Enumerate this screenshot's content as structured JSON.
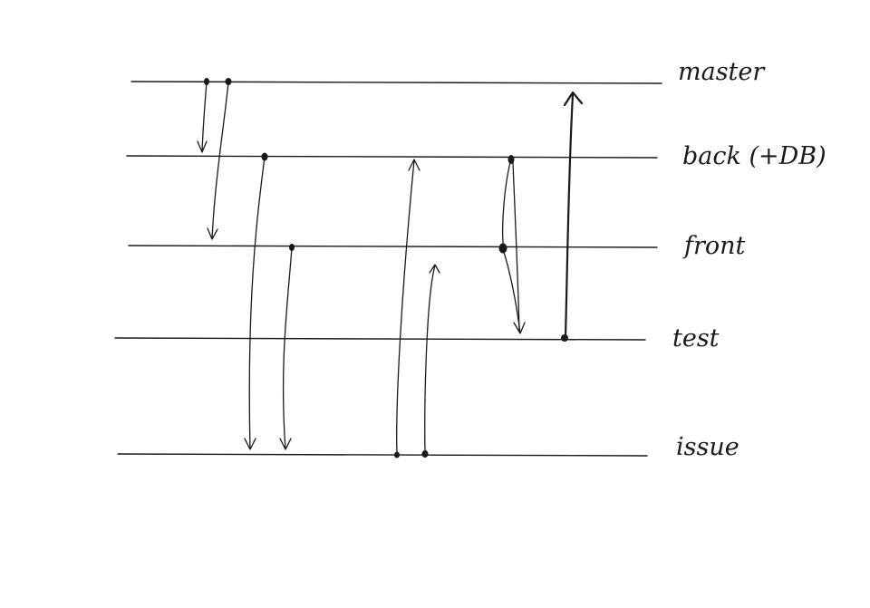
{
  "branches": [
    {
      "id": "master",
      "label": "master"
    },
    {
      "id": "back",
      "label": "back (+DB)"
    },
    {
      "id": "front",
      "label": "front"
    },
    {
      "id": "test",
      "label": "test"
    },
    {
      "id": "issue",
      "label": "issue"
    }
  ],
  "flows": [
    {
      "from": "master",
      "to": "back"
    },
    {
      "from": "master",
      "to": "front"
    },
    {
      "from": "back",
      "to": "issue"
    },
    {
      "from": "front",
      "to": "issue"
    },
    {
      "from": "issue",
      "to": "back"
    },
    {
      "from": "issue",
      "to": "front"
    },
    {
      "from": "front",
      "to": "test"
    },
    {
      "from": "back",
      "to": "test"
    },
    {
      "from": "test",
      "to": "master"
    }
  ]
}
